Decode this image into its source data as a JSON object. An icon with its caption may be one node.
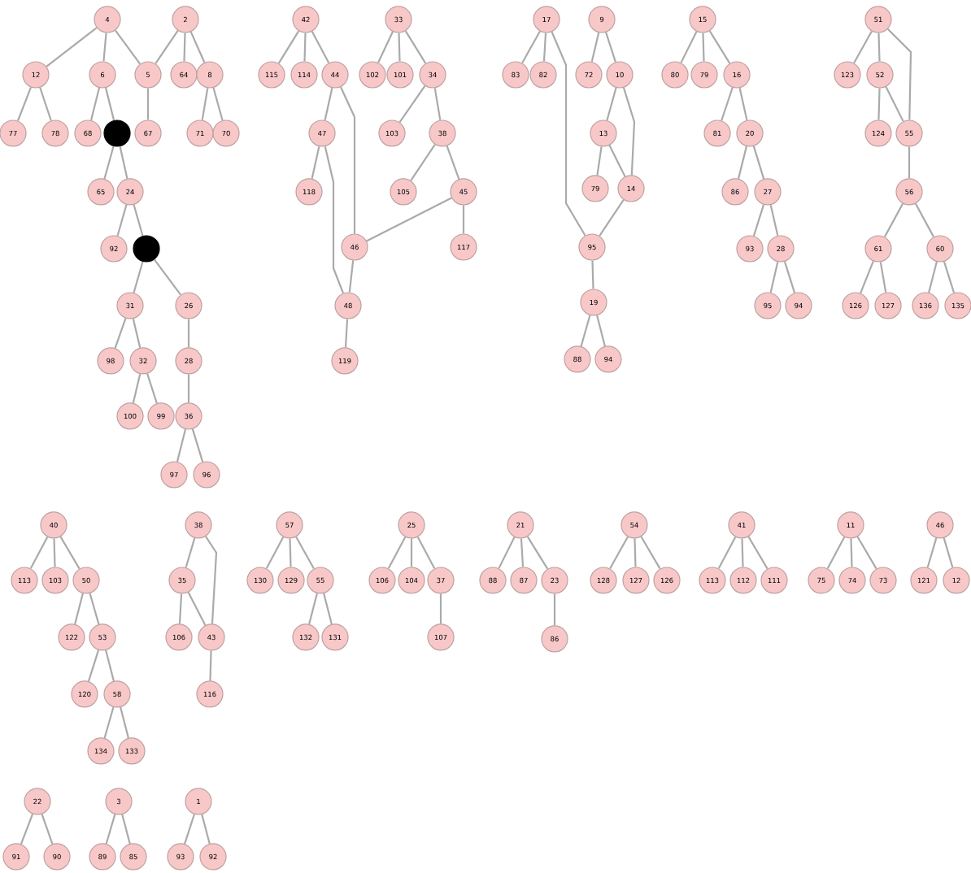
{
  "diagram": {
    "nodes": [
      {
        "text": [
          "4"
        ]
      },
      {
        "text": [
          "2"
        ]
      },
      {
        "text": [
          "12"
        ]
      },
      {
        "text": [
          "6"
        ]
      },
      {
        "text": [
          "5"
        ]
      },
      {
        "text": [
          "64"
        ]
      },
      {
        "text": [
          "8"
        ]
      },
      {
        "text": [
          "77"
        ]
      },
      {
        "text": [
          "78"
        ]
      },
      {
        "text": [
          "68"
        ]
      },
      {
        "text": [],
        "shape": "circle"
      },
      {
        "text": [
          "67"
        ]
      },
      {
        "text": [
          "71"
        ]
      },
      {
        "text": [
          "70"
        ]
      },
      {
        "text": [
          "65"
        ]
      },
      {
        "text": [
          "24"
        ]
      },
      {
        "text": [
          "92"
        ]
      },
      {
        "text": [],
        "shape": "circle"
      },
      {
        "text": [
          "31"
        ]
      },
      {
        "text": [
          "26"
        ]
      },
      {
        "text": [
          "98"
        ]
      },
      {
        "text": [
          "32"
        ]
      },
      {
        "text": [
          "28"
        ]
      },
      {
        "text": [
          "100"
        ]
      },
      {
        "text": [
          "99"
        ]
      },
      {
        "text": [
          "36"
        ]
      },
      {
        "text": [
          "97"
        ]
      },
      {
        "text": [
          "96"
        ]
      },
      {
        "text": [
          "42"
        ]
      },
      {
        "text": [
          "33"
        ]
      },
      {
        "text": [
          "115"
        ]
      },
      {
        "text": [
          "114"
        ]
      },
      {
        "text": [
          "44"
        ]
      },
      {
        "text": [
          "102"
        ]
      },
      {
        "text": [
          "101"
        ]
      },
      {
        "text": [
          "34"
        ]
      },
      {
        "text": [
          "47"
        ]
      },
      {
        "text": [
          "103"
        ]
      },
      {
        "text": [
          "38"
        ]
      },
      {
        "text": [
          "118"
        ]
      },
      {
        "text": [
          "105"
        ]
      },
      {
        "text": [
          "45"
        ]
      },
      {
        "text": [
          "46"
        ]
      },
      {
        "text": [
          "117"
        ]
      },
      {
        "text": [
          "48"
        ]
      },
      {
        "text": [
          "119"
        ]
      },
      {
        "text": [
          "17"
        ]
      },
      {
        "text": [
          "9"
        ]
      },
      {
        "text": [
          "15"
        ]
      },
      {
        "text": [
          "51"
        ]
      },
      {
        "text": [
          "83"
        ]
      },
      {
        "text": [
          "82"
        ]
      },
      {
        "text": [
          "72"
        ]
      },
      {
        "text": [
          "10"
        ]
      },
      {
        "text": [
          "80"
        ]
      },
      {
        "text": [
          "79"
        ]
      },
      {
        "text": [
          "16"
        ]
      },
      {
        "text": [
          "123"
        ]
      },
      {
        "text": [
          "52"
        ]
      },
      {
        "text": [
          "13"
        ]
      },
      {
        "text": [
          "81"
        ]
      },
      {
        "text": [
          "20"
        ]
      },
      {
        "text": [
          "124"
        ]
      },
      {
        "text": [
          "55"
        ]
      },
      {
        "text": [
          "79"
        ]
      },
      {
        "text": [
          "14"
        ]
      },
      {
        "text": [
          "86"
        ]
      },
      {
        "text": [
          "27"
        ]
      },
      {
        "text": [
          "56"
        ]
      },
      {
        "text": [
          "95"
        ]
      },
      {
        "text": [
          "93"
        ]
      },
      {
        "text": [
          "28"
        ]
      },
      {
        "text": [
          "61"
        ]
      },
      {
        "text": [
          "60"
        ]
      },
      {
        "text": [
          "19"
        ]
      },
      {
        "text": [
          "95"
        ]
      },
      {
        "text": [
          "94"
        ]
      },
      {
        "text": [
          "126"
        ]
      },
      {
        "text": [
          "127"
        ]
      },
      {
        "text": [
          "136"
        ]
      },
      {
        "text": [
          "135"
        ]
      },
      {
        "text": [
          "88"
        ]
      },
      {
        "text": [
          "94"
        ]
      },
      {
        "text": [
          "40"
        ]
      },
      {
        "text": [
          "38"
        ]
      },
      {
        "text": [
          "57"
        ]
      },
      {
        "text": [
          "25"
        ]
      },
      {
        "text": [
          "21"
        ]
      },
      {
        "text": [
          "54"
        ]
      },
      {
        "text": [
          "41"
        ]
      },
      {
        "text": [
          "11"
        ]
      },
      {
        "text": [
          "46"
        ]
      },
      {
        "text": [
          "113"
        ]
      },
      {
        "text": [
          "103"
        ]
      },
      {
        "text": [
          "50"
        ]
      },
      {
        "text": [
          "35"
        ]
      },
      {
        "text": [
          "130"
        ]
      },
      {
        "text": [
          "129"
        ]
      },
      {
        "text": [
          "55"
        ]
      },
      {
        "text": [
          "106"
        ]
      },
      {
        "text": [
          "104"
        ]
      },
      {
        "text": [
          "37"
        ]
      },
      {
        "text": [
          "88"
        ]
      },
      {
        "text": [
          "87"
        ]
      },
      {
        "text": [
          "23"
        ]
      },
      {
        "text": [
          "128"
        ]
      },
      {
        "text": [
          "127"
        ]
      },
      {
        "text": [
          "126"
        ]
      },
      {
        "text": [
          "113"
        ]
      },
      {
        "text": [
          "112"
        ]
      },
      {
        "text": [
          "111"
        ]
      },
      {
        "text": [
          "75"
        ]
      },
      {
        "text": [
          "74"
        ]
      },
      {
        "text": [
          "73"
        ]
      },
      {
        "text": [
          "121"
        ]
      },
      {
        "text": [
          "12"
        ]
      },
      {
        "text": [
          "122"
        ]
      },
      {
        "text": [
          "53"
        ]
      },
      {
        "text": [
          "106"
        ]
      },
      {
        "text": [
          "43"
        ]
      },
      {
        "text": [
          "132"
        ]
      },
      {
        "text": [
          "131"
        ]
      },
      {
        "text": [
          "107"
        ]
      },
      {
        "text": [
          "86"
        ]
      },
      {
        "text": [
          "120"
        ]
      },
      {
        "text": [
          "58"
        ]
      },
      {
        "text": [
          "116"
        ]
      },
      {
        "text": [
          "134"
        ]
      },
      {
        "text": [
          "133"
        ]
      },
      {
        "text": [
          "22"
        ]
      },
      {
        "text": [
          "3"
        ]
      },
      {
        "text": [
          "1"
        ]
      },
      {
        "text": [
          "91"
        ]
      },
      {
        "text": [
          "90"
        ]
      },
      {
        "text": [
          "89"
        ]
      },
      {
        "text": [
          "85"
        ]
      },
      {
        "text": [
          "93"
        ]
      },
      {
        "text": [
          "92"
        ]
      }
    ],
    "edges": [
      {
        "from": 0,
        "to": 2,
        "arrow": "none"
      },
      {
        "from": 0,
        "to": 3,
        "arrow": "none"
      },
      {
        "from": 0,
        "to": 4,
        "arrow": "none"
      },
      {
        "from": 1,
        "to": 4,
        "arrow": "none"
      },
      {
        "from": 1,
        "to": 5,
        "arrow": "none"
      },
      {
        "from": 1,
        "to": 6,
        "arrow": "none"
      },
      {
        "from": 2,
        "to": 7,
        "arrow": "none"
      },
      {
        "from": 2,
        "to": 8,
        "arrow": "none"
      },
      {
        "from": 3,
        "to": 9,
        "arrow": "none"
      },
      {
        "from": 3,
        "to": 10,
        "arrow": "none"
      },
      {
        "from": 4,
        "to": 11,
        "arrow": "none"
      },
      {
        "from": 6,
        "to": 12,
        "arrow": "none"
      },
      {
        "from": 6,
        "to": 13,
        "arrow": "none"
      },
      {
        "from": 10,
        "to": 14,
        "arrow": "none"
      },
      {
        "from": 10,
        "to": 15,
        "arrow": "none"
      },
      {
        "from": 15,
        "to": 16,
        "arrow": "none"
      },
      {
        "from": 15,
        "to": 17,
        "arrow": "none"
      },
      {
        "from": 17,
        "to": 18,
        "arrow": "none"
      },
      {
        "from": 17,
        "to": 19,
        "arrow": "none"
      },
      {
        "from": 18,
        "to": 20,
        "arrow": "none"
      },
      {
        "from": 18,
        "to": 21,
        "arrow": "none"
      },
      {
        "from": 21,
        "to": 23,
        "arrow": "none"
      },
      {
        "from": 21,
        "to": 24,
        "arrow": "none"
      },
      {
        "from": 19,
        "to": 22,
        "arrow": "none"
      },
      {
        "from": 22,
        "to": 25,
        "arrow": "none"
      },
      {
        "from": 25,
        "to": 26,
        "arrow": "none"
      },
      {
        "from": 25,
        "to": 27,
        "arrow": "none"
      },
      {
        "from": 28,
        "to": 30,
        "arrow": "none"
      },
      {
        "from": 28,
        "to": 31,
        "arrow": "none"
      },
      {
        "from": 28,
        "to": 32,
        "arrow": "none"
      },
      {
        "from": 32,
        "to": 42,
        "arrow": "none"
      },
      {
        "from": 32,
        "to": 36,
        "arrow": "none"
      },
      {
        "from": 36,
        "to": 39,
        "arrow": "none"
      },
      {
        "from": 36,
        "to": 44,
        "arrow": "none"
      },
      {
        "from": 42,
        "to": 44,
        "arrow": "none"
      },
      {
        "from": 44,
        "to": 45,
        "arrow": "none"
      },
      {
        "from": 29,
        "to": 33,
        "arrow": "none"
      },
      {
        "from": 29,
        "to": 34,
        "arrow": "none"
      },
      {
        "from": 29,
        "to": 35,
        "arrow": "none"
      },
      {
        "from": 35,
        "to": 37,
        "arrow": "none"
      },
      {
        "from": 35,
        "to": 38,
        "arrow": "none"
      },
      {
        "from": 38,
        "to": 40,
        "arrow": "none"
      },
      {
        "from": 38,
        "to": 41,
        "arrow": "none"
      },
      {
        "from": 41,
        "to": 42,
        "arrow": "none"
      },
      {
        "from": 41,
        "to": 43,
        "arrow": "none"
      },
      {
        "from": 46,
        "to": 50,
        "arrow": "none"
      },
      {
        "from": 46,
        "to": 51,
        "arrow": "none"
      },
      {
        "from": 46,
        "to": 69,
        "arrow": "none"
      },
      {
        "from": 47,
        "to": 52,
        "arrow": "none"
      },
      {
        "from": 47,
        "to": 53,
        "arrow": "none"
      },
      {
        "from": 53,
        "to": 59,
        "arrow": "none"
      },
      {
        "from": 53,
        "to": 65,
        "arrow": "none"
      },
      {
        "from": 59,
        "to": 64,
        "arrow": "none"
      },
      {
        "from": 59,
        "to": 65,
        "arrow": "none"
      },
      {
        "from": 65,
        "to": 69,
        "arrow": "none"
      },
      {
        "from": 69,
        "to": 74,
        "arrow": "none"
      },
      {
        "from": 74,
        "to": 81,
        "arrow": "none"
      },
      {
        "from": 74,
        "to": 82,
        "arrow": "none"
      },
      {
        "from": 48,
        "to": 54,
        "arrow": "none"
      },
      {
        "from": 48,
        "to": 55,
        "arrow": "none"
      },
      {
        "from": 48,
        "to": 56,
        "arrow": "none"
      },
      {
        "from": 56,
        "to": 60,
        "arrow": "none"
      },
      {
        "from": 56,
        "to": 61,
        "arrow": "none"
      },
      {
        "from": 61,
        "to": 66,
        "arrow": "none"
      },
      {
        "from": 61,
        "to": 67,
        "arrow": "none"
      },
      {
        "from": 67,
        "to": 70,
        "arrow": "none"
      },
      {
        "from": 67,
        "to": 71,
        "arrow": "none"
      },
      {
        "from": 71,
        "to": 75,
        "arrow": "none"
      },
      {
        "from": 71,
        "to": 76,
        "arrow": "none"
      },
      {
        "from": 49,
        "to": 57,
        "arrow": "none"
      },
      {
        "from": 49,
        "to": 58,
        "arrow": "none"
      },
      {
        "from": 49,
        "to": 63,
        "arrow": "none"
      },
      {
        "from": 58,
        "to": 62,
        "arrow": "none"
      },
      {
        "from": 58,
        "to": 63,
        "arrow": "none"
      },
      {
        "from": 63,
        "to": 68,
        "arrow": "none"
      },
      {
        "from": 68,
        "to": 72,
        "arrow": "none"
      },
      {
        "from": 68,
        "to": 73,
        "arrow": "none"
      },
      {
        "from": 72,
        "to": 77,
        "arrow": "none"
      },
      {
        "from": 72,
        "to": 78,
        "arrow": "none"
      },
      {
        "from": 73,
        "to": 79,
        "arrow": "none"
      },
      {
        "from": 73,
        "to": 80,
        "arrow": "none"
      },
      {
        "from": 83,
        "to": 92,
        "arrow": "none"
      },
      {
        "from": 83,
        "to": 93,
        "arrow": "none"
      },
      {
        "from": 83,
        "to": 94,
        "arrow": "none"
      },
      {
        "from": 94,
        "to": 116,
        "arrow": "none"
      },
      {
        "from": 94,
        "to": 117,
        "arrow": "none"
      },
      {
        "from": 117,
        "to": 124,
        "arrow": "none"
      },
      {
        "from": 117,
        "to": 125,
        "arrow": "none"
      },
      {
        "from": 125,
        "to": 127,
        "arrow": "none"
      },
      {
        "from": 125,
        "to": 128,
        "arrow": "none"
      },
      {
        "from": 84,
        "to": 95,
        "arrow": "none"
      },
      {
        "from": 84,
        "to": 119,
        "arrow": "none"
      },
      {
        "from": 95,
        "to": 118,
        "arrow": "none"
      },
      {
        "from": 95,
        "to": 119,
        "arrow": "none"
      },
      {
        "from": 119,
        "to": 126,
        "arrow": "none"
      },
      {
        "from": 85,
        "to": 96,
        "arrow": "none"
      },
      {
        "from": 85,
        "to": 97,
        "arrow": "none"
      },
      {
        "from": 85,
        "to": 98,
        "arrow": "none"
      },
      {
        "from": 98,
        "to": 120,
        "arrow": "none"
      },
      {
        "from": 98,
        "to": 121,
        "arrow": "none"
      },
      {
        "from": 86,
        "to": 99,
        "arrow": "none"
      },
      {
        "from": 86,
        "to": 100,
        "arrow": "none"
      },
      {
        "from": 86,
        "to": 101,
        "arrow": "none"
      },
      {
        "from": 101,
        "to": 122,
        "arrow": "none"
      },
      {
        "from": 87,
        "to": 102,
        "arrow": "none"
      },
      {
        "from": 87,
        "to": 103,
        "arrow": "none"
      },
      {
        "from": 87,
        "to": 104,
        "arrow": "none"
      },
      {
        "from": 104,
        "to": 123,
        "arrow": "none"
      },
      {
        "from": 88,
        "to": 105,
        "arrow": "none"
      },
      {
        "from": 88,
        "to": 106,
        "arrow": "none"
      },
      {
        "from": 88,
        "to": 107,
        "arrow": "none"
      },
      {
        "from": 89,
        "to": 108,
        "arrow": "none"
      },
      {
        "from": 89,
        "to": 109,
        "arrow": "none"
      },
      {
        "from": 89,
        "to": 110,
        "arrow": "none"
      },
      {
        "from": 90,
        "to": 111,
        "arrow": "none"
      },
      {
        "from": 90,
        "to": 112,
        "arrow": "none"
      },
      {
        "from": 90,
        "to": 113,
        "arrow": "none"
      },
      {
        "from": 91,
        "to": 114,
        "arrow": "none"
      },
      {
        "from": 91,
        "to": 115,
        "arrow": "none"
      },
      {
        "from": 129,
        "to": 132,
        "arrow": "none"
      },
      {
        "from": 129,
        "to": 133,
        "arrow": "none"
      },
      {
        "from": 130,
        "to": 134,
        "arrow": "none"
      },
      {
        "from": 130,
        "to": 135,
        "arrow": "none"
      },
      {
        "from": 131,
        "to": 136,
        "arrow": "none"
      },
      {
        "from": 131,
        "to": 137,
        "arrow": "none"
      }
    ]
  }
}
